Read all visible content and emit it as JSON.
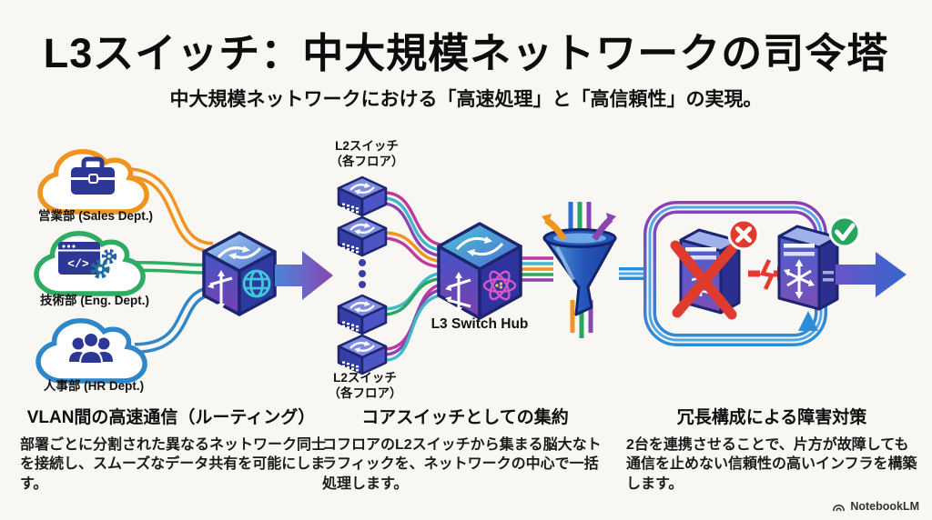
{
  "header": {
    "title": "L3スイッチ：中大規模ネットワークの司令塔",
    "subtitle": "中大規模ネットワークにおける「高速処理」と「高信頼性」の実現。"
  },
  "diagram": {
    "clouds": [
      {
        "label": "営業部 (Sales Dept.)",
        "color": "#F0941F",
        "icon": "briefcase-icon"
      },
      {
        "label": "技術部 (Eng. Dept.)",
        "color": "#2FAB62",
        "icon": "code-window-gears-icon"
      },
      {
        "label": "人事部 (HR Dept.)",
        "color": "#2F87C9",
        "icon": "people-group-icon"
      }
    ],
    "l2_top": {
      "line1": "L2スイッチ",
      "line2": "（各フロア）"
    },
    "l2_bottom": {
      "line1": "L2スイッチ",
      "line2": "（各フロア）"
    },
    "hub_label": "L3 Switch Hub"
  },
  "sections": [
    {
      "heading": "VLAN間の高速通信（ルーティング）",
      "body": "部署ごとに分割された異なるネットワーク同士を接続し、スムーズなデータ共有を可能にします。"
    },
    {
      "heading": "コアスイッチとしての集約",
      "body": "コフロアのL2スイッチから集まる脳大なトラフィックを、ネットワークの中心で一括処理します。"
    },
    {
      "heading": "冗長構成による障害対策",
      "body": "2台を連携させることで、片方が故障しても通信を止めない信頼性の高いインフラを構築します。"
    }
  ],
  "footer": {
    "brand": "NotebookLM"
  },
  "colors": {
    "background": "#F8F7F3",
    "sales_orange": "#F0941F",
    "eng_green": "#2FAB62",
    "hr_blue": "#2F87C9",
    "switch_indigo": "#353FA5",
    "cube_outline_navy": "#1D2470",
    "magenta_line": "#C0399E",
    "teal_line": "#3FB8C8",
    "purple_line": "#8A45B0",
    "green_line": "#2AA562",
    "funnel_blue": "#2F6FD0",
    "error_red": "#E23A2C",
    "ok_green": "#27A55E"
  }
}
